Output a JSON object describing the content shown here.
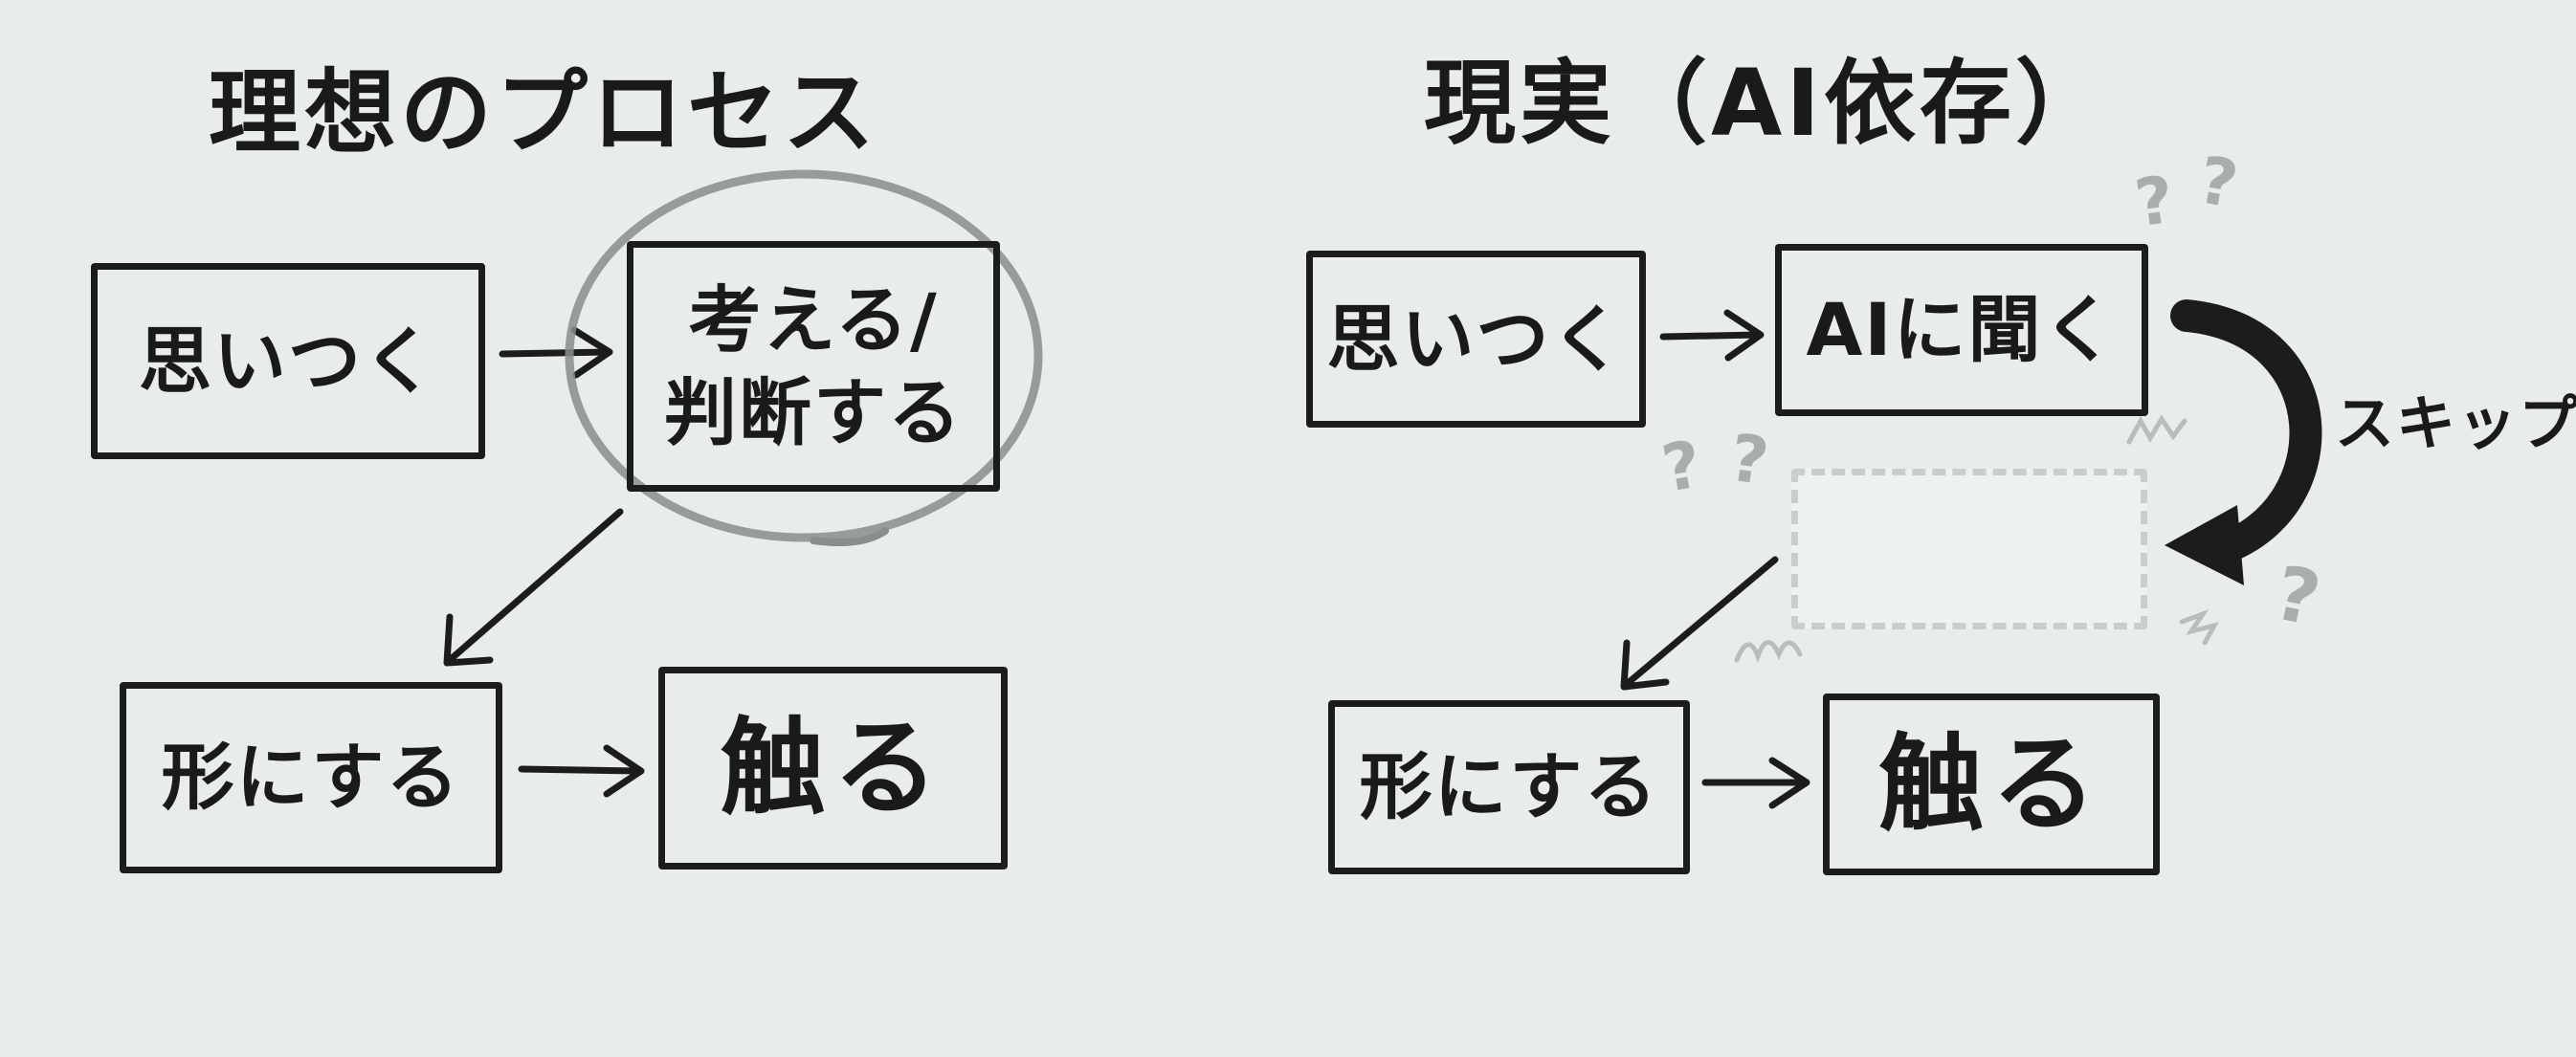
{
  "ideal": {
    "title": "理想のプロセス",
    "boxes": {
      "idea": "思いつく",
      "think": "考える/\n判断する",
      "shape": "形にする",
      "touch": "触る"
    }
  },
  "reality": {
    "title": "現実（AI依存）",
    "boxes": {
      "idea": "思いつく",
      "ask_ai": "AIに聞く",
      "shape": "形にする",
      "touch": "触る"
    },
    "skip_label": "スキップ",
    "confusion_mark": "?"
  },
  "colors": {
    "ink": "#1c1c1c",
    "board": "#e8ecec",
    "highlight_circle": "#8a8d8d",
    "faded": "#c9cdcd",
    "question_marks": "#a9adad"
  }
}
